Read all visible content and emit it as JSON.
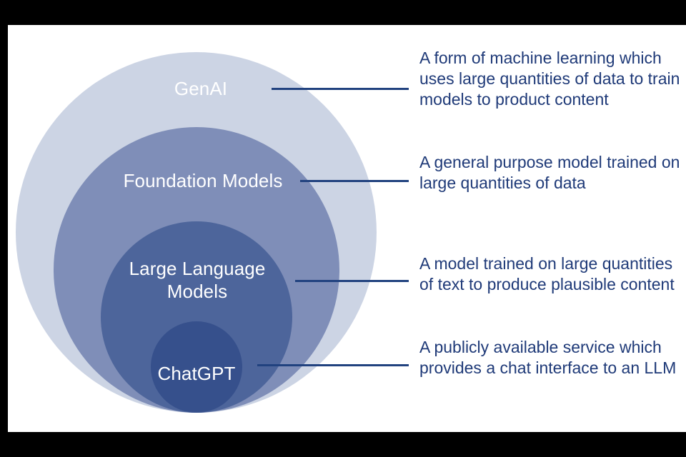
{
  "diagram": {
    "title": "GenAI concentric hierarchy diagram",
    "background_color": "#ffffff",
    "frame_color": "#000000",
    "line_color": "#21427f",
    "description_text_color": "#1f3a78",
    "circle_label_color": "#ffffff",
    "circles": [
      {
        "id": "genai",
        "label": "GenAI",
        "color": "#ccd4e4",
        "level": 1,
        "description": "A form of machine learning which uses large quantities of data to train models to product content"
      },
      {
        "id": "foundation-models",
        "label": "Foundation Models",
        "color": "#7f8eb8",
        "level": 2,
        "description": "A general purpose model trained on large quantities of data"
      },
      {
        "id": "large-language-models",
        "label": "Large Language\nModels",
        "color": "#4d659b",
        "level": 3,
        "description": "A model trained on large quantities of text to produce plausible content"
      },
      {
        "id": "chatgpt",
        "label": "ChatGPT",
        "color": "#36508c",
        "level": 4,
        "description": "A publicly available service which provides a chat interface to an LLM"
      }
    ]
  }
}
